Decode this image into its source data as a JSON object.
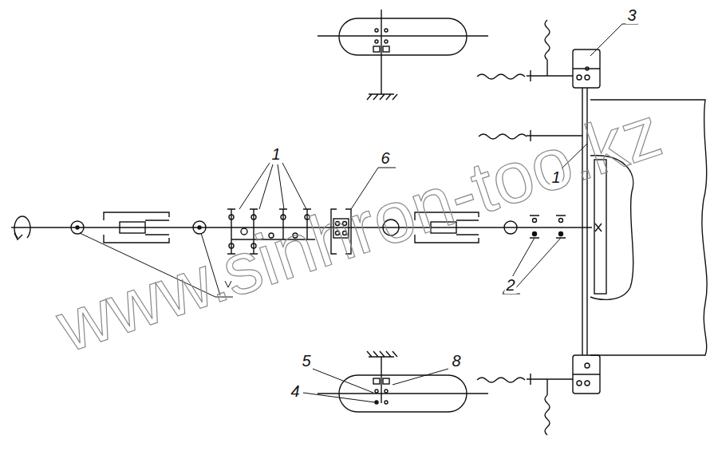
{
  "diagram": {
    "labels": [
      "3",
      "1",
      "6",
      "1",
      "2",
      "5",
      "8",
      "4",
      "www.sinhron-too.kz"
    ]
  }
}
